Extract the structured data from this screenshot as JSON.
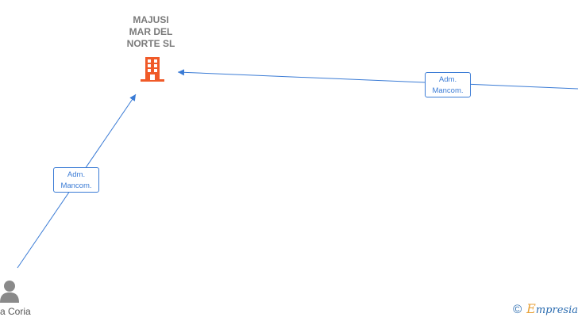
{
  "nodes": {
    "company": {
      "name": "MAJUSI\nMAR DEL\nNORTE  SL",
      "icon": "building-icon",
      "color": "#f05a28"
    },
    "person": {
      "name": "a Coria",
      "icon": "person-icon"
    }
  },
  "edges": [
    {
      "label": "Adm.\nMancom.",
      "from": "person",
      "to": "company"
    },
    {
      "label": "Adm.\nMancom.",
      "from": "offscreen-right",
      "to": "company"
    }
  ],
  "watermark": {
    "copyright": "©",
    "brand_first": "E",
    "brand_rest": "mpresia"
  },
  "colors": {
    "edge": "#3a7bd5",
    "building": "#f05a28",
    "person": "#8a8a8a"
  }
}
